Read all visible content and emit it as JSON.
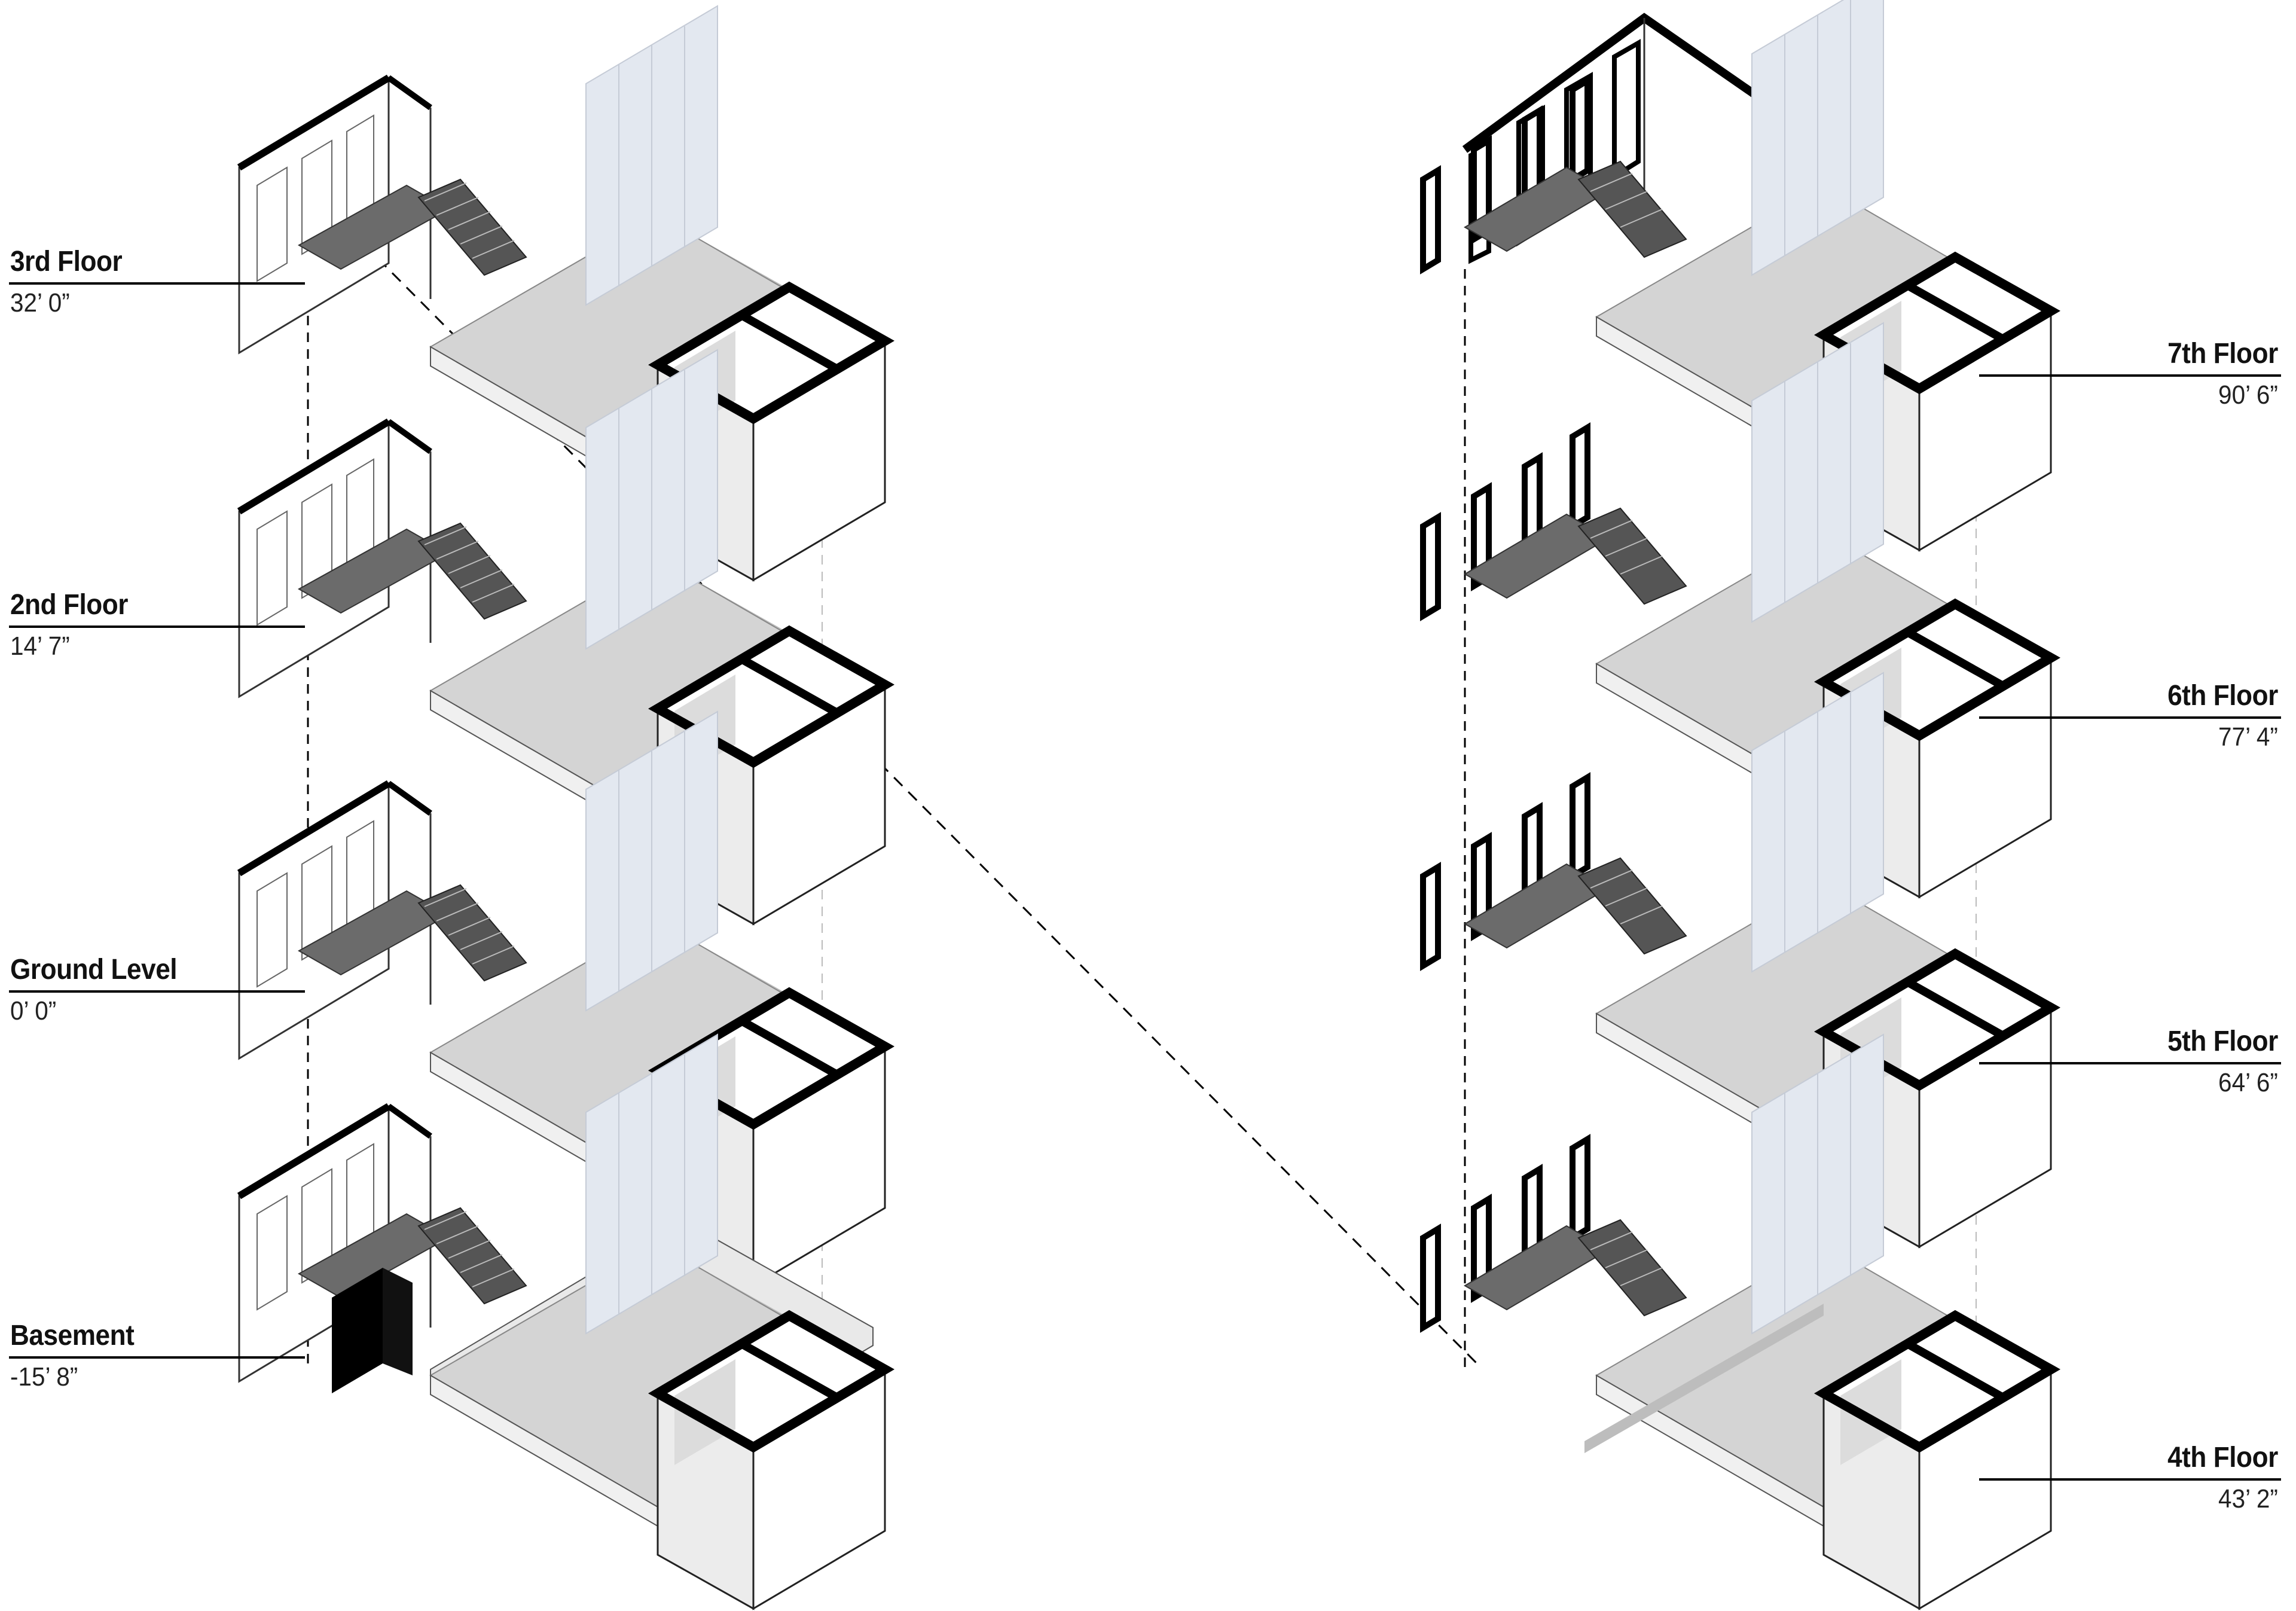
{
  "floors_left": [
    {
      "name": "3rd Floor",
      "elevation": "32’ 0”"
    },
    {
      "name": "2nd Floor",
      "elevation": "14’ 7”"
    },
    {
      "name": "Ground Level",
      "elevation": "0’ 0”"
    },
    {
      "name": "Basement",
      "elevation": "-15’ 8”"
    }
  ],
  "floors_right": [
    {
      "name": "7th Floor",
      "elevation": "90’ 6”"
    },
    {
      "name": "6th Floor",
      "elevation": "77’ 4”"
    },
    {
      "name": "5th Floor",
      "elevation": "64’ 6”"
    },
    {
      "name": "4th Floor",
      "elevation": "43’ 2”"
    }
  ],
  "colors": {
    "wall_line": "#000000",
    "floor_slab": "#d6d6d6",
    "box_side": "#e4e4e4",
    "stair": "#6b6b6b",
    "glass": "#e6ebf2"
  }
}
